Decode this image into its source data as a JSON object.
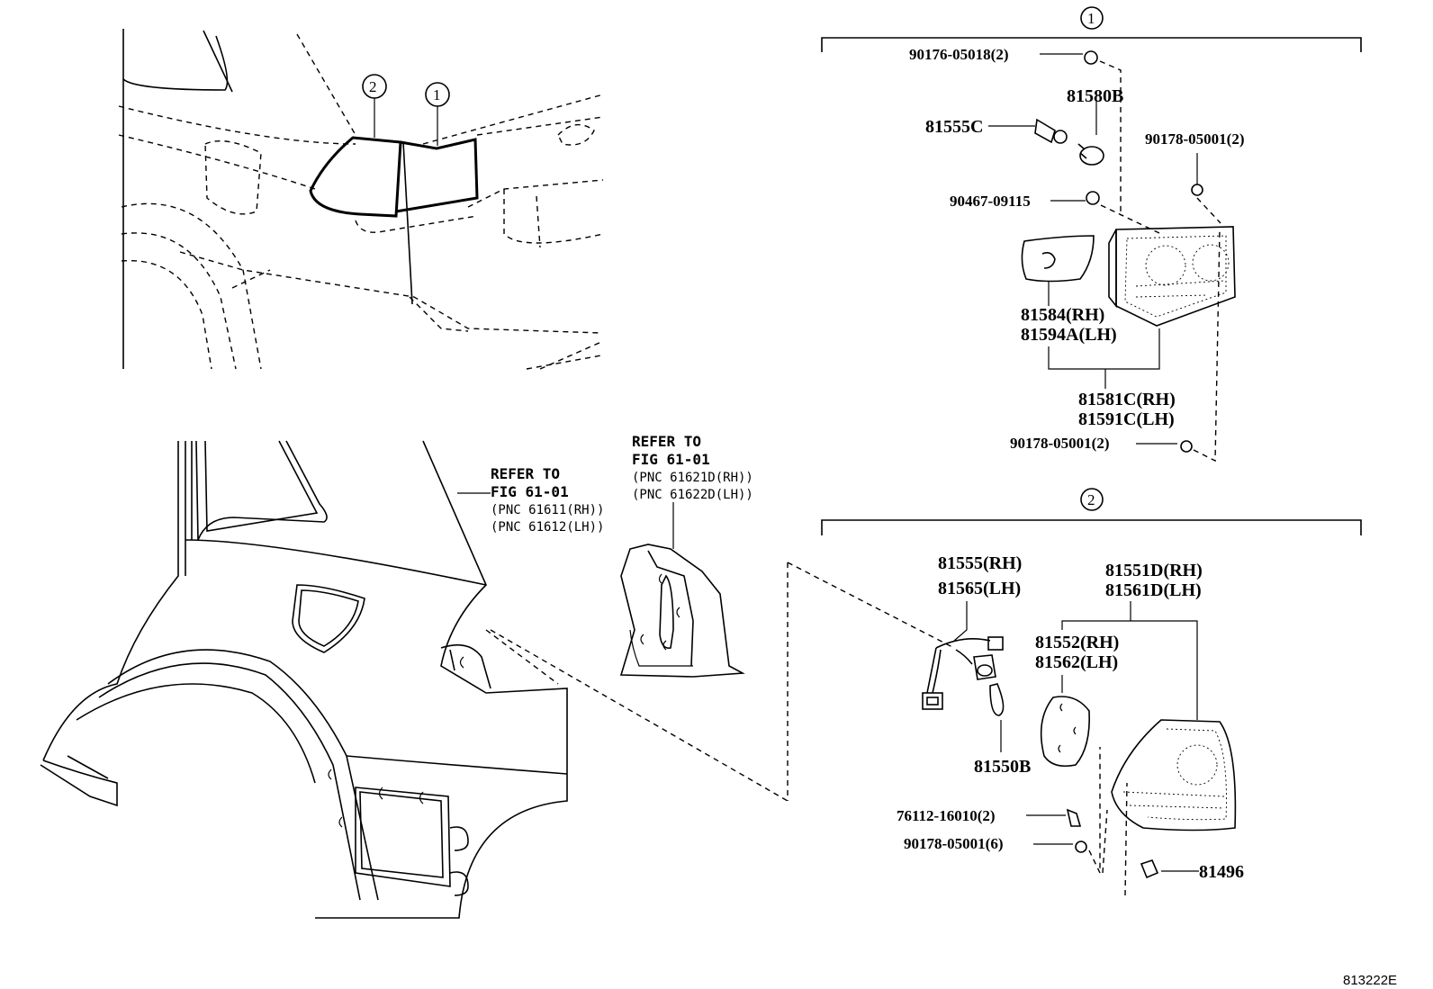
{
  "callouts": {
    "group1": "1",
    "group2": "2"
  },
  "parts_group1": {
    "p90176": "90176-05018(2)",
    "p81580b": "81580B",
    "p81555c": "81555C",
    "p90178a": "90178-05001(2)",
    "p90467": "90467-09115",
    "p81584": "81584(RH)",
    "p81594a": "81594A(LH)",
    "p81581c": "81581C(RH)",
    "p81591c": "81591C(LH)",
    "p90178b": "90178-05001(2)"
  },
  "parts_group2": {
    "p81555": "81555(RH)",
    "p81565": "81565(LH)",
    "p81551d": "81551D(RH)",
    "p81561d": "81561D(LH)",
    "p81552": "81552(RH)",
    "p81562": "81562(LH)",
    "p81550b": "81550B",
    "p76112": "76112-16010(2)",
    "p90178c": "90178-05001(6)",
    "p81496": "81496"
  },
  "references": {
    "ref1_line1": "REFER TO",
    "ref1_line2": "FIG 61-01",
    "ref1_line3": "(PNC 61611(RH))",
    "ref1_line4": "(PNC 61612(LH))",
    "ref2_line1": "REFER TO",
    "ref2_line2": "FIG 61-01",
    "ref2_line3": "(PNC 61621D(RH))",
    "ref2_line4": "(PNC 61622D(LH))"
  },
  "figure_code": "813222E"
}
